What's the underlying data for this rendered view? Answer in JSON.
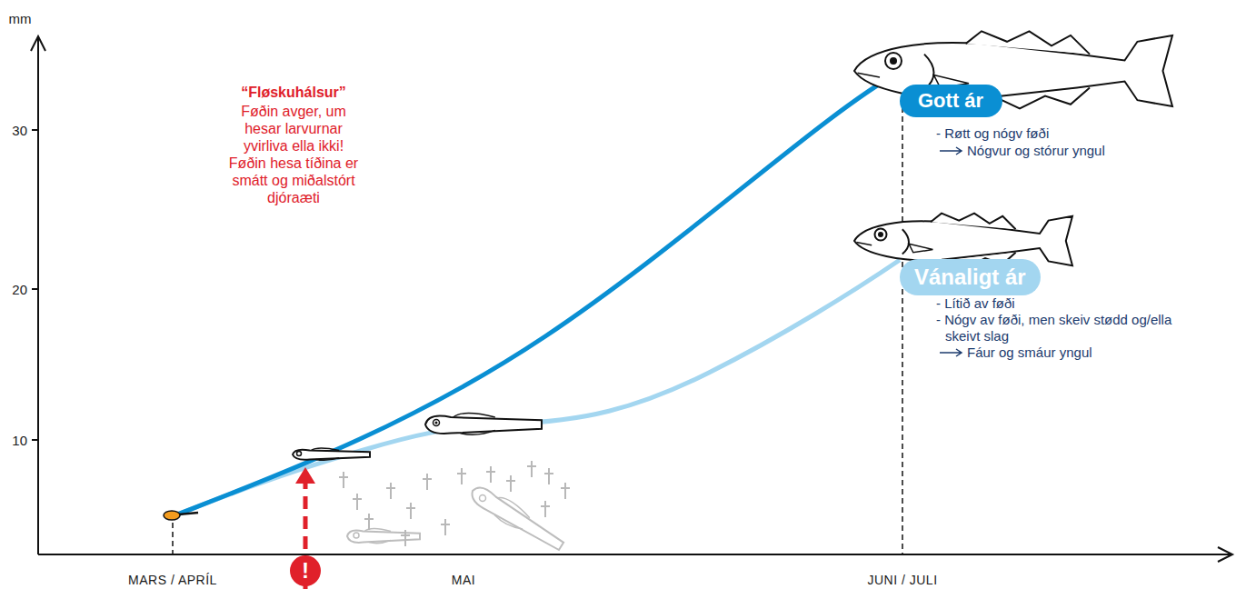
{
  "diagram": {
    "nodes": [
      {
        "text": [
          "Gott ár"
        ]
      },
      {
        "text": [
          "Vánaligt ár"
        ]
      }
    ],
    "labels": [
      "mm",
      "30",
      "20",
      "10",
      "MARS / APRÍL",
      "MAI",
      "JUNI / JULI",
      "“Fløskuhálsur”",
      "Føðin avger, um hesar larvurnar yvirliva ella ikki! Føðin hesa tíðina er smátt og miðalstórt djóraæti",
      "!",
      "- Røtt og nógv føði",
      "Nógvur og stórur yngul",
      "- Lítið av føði",
      "- Nógv av føði, men skeiv stødd og/ella skeivt slag",
      "Fáur og smáur yngul"
    ]
  }
}
